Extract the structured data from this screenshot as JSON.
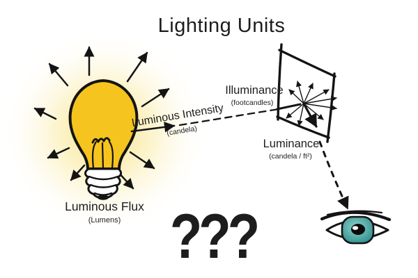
{
  "title": "Lighting Units",
  "question_marks": "???",
  "nodes": {
    "luminous_flux": {
      "label": "Luminous Flux",
      "unit": "(Lumens)"
    },
    "luminous_intensity": {
      "label": "Luminous Intensity",
      "unit": "(candela)"
    },
    "illuminance": {
      "label": "Illuminance",
      "unit": "(footcandles)"
    },
    "luminance": {
      "label": "Luminance",
      "unit": "(candela / ft²)"
    }
  },
  "colors": {
    "ink": "#1D1D1D",
    "bulb_yellow": "#F6C41E",
    "glow_inner": "#F7E07C",
    "glow_mid": "#FBF0BC",
    "question_orange": "#E2740E",
    "iris_teal_light": "#8FD2CC",
    "iris_teal_dark": "#2F8F8C"
  }
}
